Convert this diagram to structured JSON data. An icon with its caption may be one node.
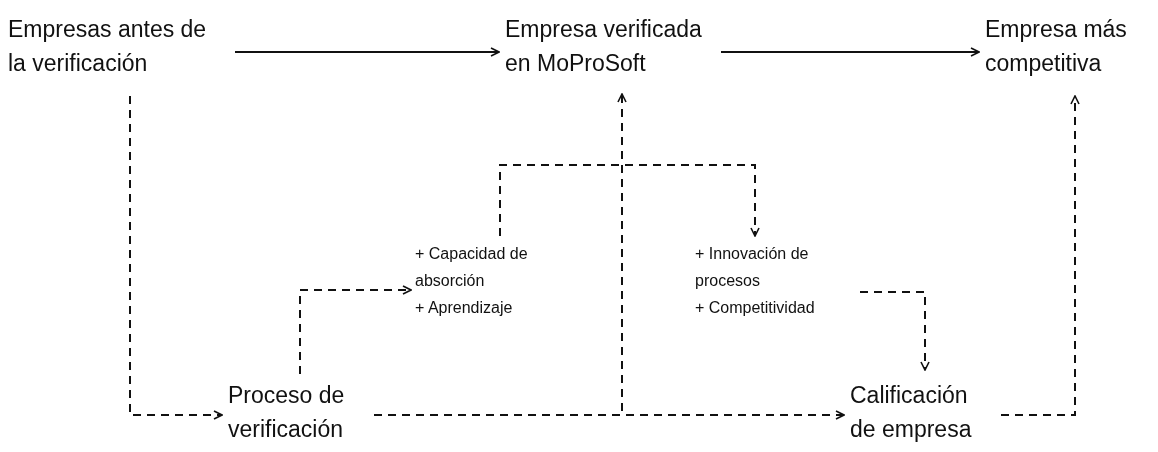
{
  "diagram": {
    "nodes": [
      {
        "text": [
          "Empresas antes de la verificación"
        ]
      },
      {
        "text": [
          "Empresa verificada en MoProSoft"
        ]
      },
      {
        "text": [
          "Empresa más competitiva"
        ]
      },
      {
        "text": [
          "+ Capacidad de absorción",
          "+ Aprendizaje"
        ]
      },
      {
        "text": [
          "+ Innovación de procesos",
          "+ Competitividad"
        ]
      },
      {
        "text": [
          "Proceso de verificación"
        ]
      },
      {
        "text": [
          "Calificación de empresa"
        ]
      }
    ],
    "edges": [
      {
        "from": 0,
        "to": 1,
        "arrow": "to"
      },
      {
        "from": 1,
        "to": 2,
        "arrow": "to"
      },
      {
        "from": 0,
        "to": 5,
        "arrow": "to",
        "style": "dashed"
      },
      {
        "from": 5,
        "to": 6,
        "arrow": "to",
        "style": "dashed"
      },
      {
        "from": 5,
        "to": 1,
        "arrow": "to",
        "style": "dashed"
      },
      {
        "from": 6,
        "to": 2,
        "arrow": "to",
        "style": "dashed"
      },
      {
        "from": 5,
        "to": 3,
        "arrow": "to",
        "style": "dashed"
      },
      {
        "from": 3,
        "to": 4,
        "arrow": "to",
        "style": "dashed"
      },
      {
        "from": 4,
        "to": 6,
        "arrow": "to",
        "style": "dashed"
      }
    ]
  }
}
